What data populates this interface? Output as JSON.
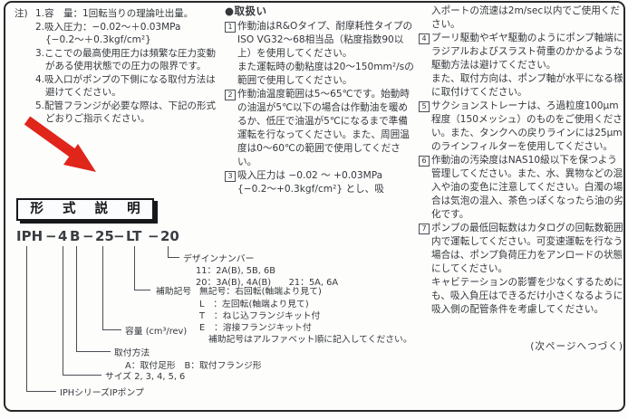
{
  "page": {
    "bg_color": "#fdfdfc",
    "frame_color": "#26282a",
    "text_color": "#34373b",
    "arrow_color": "#e0251b"
  },
  "notes": {
    "label": "注)",
    "items": [
      "1.容　量：1回転当りの理論吐出量。",
      "2.吸入圧力：−0.02〜＋0.03MPa\n{−0.2〜＋0.3kgf/cm²}",
      "3.ここでの最高使用圧力は頻繁な圧力変動がある使用状態での圧力の限界です。",
      "4.吸入口がポンプの下側になる取付方法は避けてください。",
      "5.配管フランジが必要な際は、下記の形式どおりご指示ください。"
    ]
  },
  "handling": {
    "heading": "●取扱い",
    "left_items": [
      {
        "num": "1",
        "text": "作動油はR&Oタイプ、耐摩耗性タイプのISO VG32〜68相当品（粘度指数90以上）を使用してください。",
        "text2": "また運転時の動粘度は20〜150mm²/sの範囲で使用してください。"
      },
      {
        "num": "2",
        "text": "作動油温度範囲は5〜65℃です。始動時の油温が5℃以下の場合は作動油を暖めるか、低圧で油温が5℃になるまで準備運転を行なってください。また、周囲温度は0〜60℃の範囲で使用してください。",
        "text2": ""
      },
      {
        "num": "3",
        "text": "吸入圧力は −0.02 〜 +0.03MPa {−0.2〜+0.3kgf/cm²} とし、吸",
        "text2": ""
      }
    ],
    "right_carryover": "入ポートの流速は2m/sec以内でご使用ください。",
    "right_items": [
      {
        "num": "4",
        "text": "プーリ駆動やギヤ駆動のようにポンプ軸端にラジアルおよびスラスト荷重のかかるような駆動方法は避けてください。",
        "text2": "また、取付方向は、ポンプ軸が水平になる様に取付けてください。"
      },
      {
        "num": "5",
        "text": "サクションストレーナは、ろ過粒度100μm程度（150メッシュ）のものをご使用ください。また、タンクへの戻りラインには25μmのラインフィルターを使用してください。",
        "text2": ""
      },
      {
        "num": "6",
        "text": "作動油の汚染度はNAS10級以下を保つよう管理してください。また、水、異物などの混入や油の変色に注意してください。白濁の場合は気泡の混入、茶色っぽくなったら油の劣化です。",
        "text2": ""
      },
      {
        "num": "7",
        "text": "ポンプの最低回転数はカタログの回転数範囲内で運転してください。可変速運転を行なう場合は、ポンプ負荷圧力をアンロードの状態にしてください。",
        "text2": "キャビテーションの影響を少なくするためにも、吸入負圧はできるだけ小さくなるように吸入側の配管条件を考慮してください。"
      }
    ],
    "continue_note": "(次ページへつづく)"
  },
  "model": {
    "title": "形 式 説 明",
    "code_parts": [
      "IPH",
      "−",
      "4",
      "B",
      "−",
      "25",
      "−",
      "LT",
      "−",
      "20"
    ],
    "design_number": {
      "label": "デザインナンバー",
      "line1": "11：2A(B), 5B, 6B",
      "line2": "20：3A(B), 4A(B)　　21：5A, 6A"
    },
    "aux_symbol": {
      "label": "補助記号",
      "entries": [
        "無記号：右回転(軸端より見て)",
        "L　：左回転(軸端より見て)",
        "T　：ねじ込フランジキット付",
        "E　：溶接フランジキット付"
      ],
      "note": "補助記号はアルファベット順に記入してください。"
    },
    "capacity_label": "容量 (cm³/rev)",
    "mounting": {
      "label": "取付方法",
      "detail": "A：取付足形　B：取付フランジ形"
    },
    "size_label": "サイズ 2, 3, 4, 5, 6",
    "series_label": "IPHシリーズIPポンプ"
  }
}
